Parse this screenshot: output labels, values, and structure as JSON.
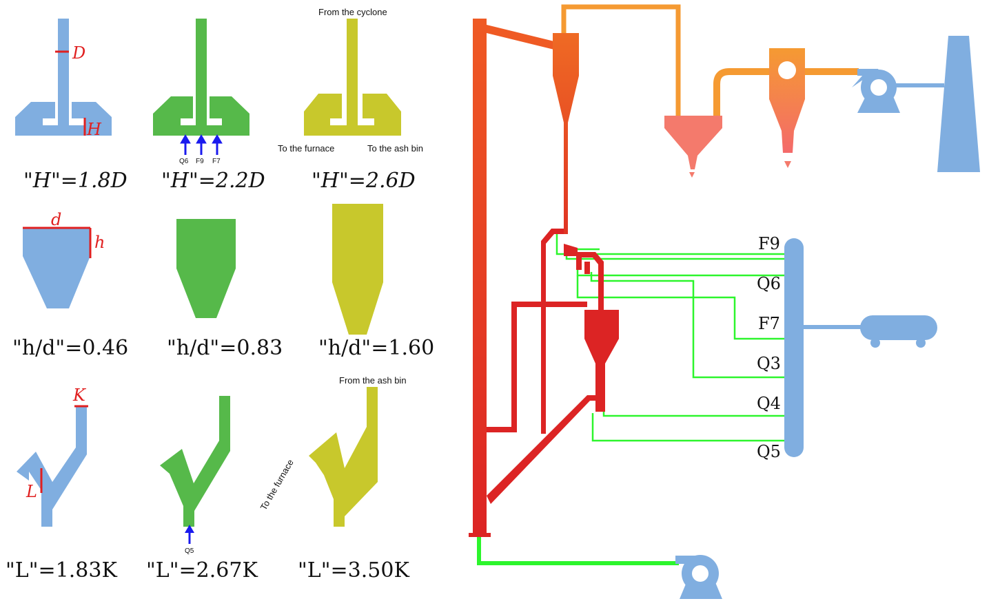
{
  "colors": {
    "blue": "#80aee0",
    "green": "#56b94a",
    "olive": "#c8c82c",
    "red": "#e02020",
    "arrow": "#1a1aee",
    "pipe_green": "#2cf52c",
    "riser_top": "#ef5a24",
    "riser_bottom": "#dc2424",
    "orange": "#f59a32",
    "salmon": "#f47a6c"
  },
  "row1": {
    "col1": {
      "caption": "\"H\"=1.8D",
      "label_d": "D",
      "label_h": "H"
    },
    "col2": {
      "caption": "\"H\"=2.2D",
      "arrows": [
        "Q6",
        "F9",
        "F7"
      ]
    },
    "col3": {
      "caption": "\"H\"=2.6D",
      "top": "From the cyclone",
      "left": "To the furnace",
      "right": "To the ash bin"
    }
  },
  "row2": {
    "col1": {
      "caption": "\"h/d\"=0.46",
      "label_d": "d",
      "label_h": "h"
    },
    "col2": {
      "caption": "\"h/d\"=0.83"
    },
    "col3": {
      "caption": "\"h/d\"=1.60"
    }
  },
  "row3": {
    "col1": {
      "caption": "\"L\"=1.83K",
      "label_k": "K",
      "label_l": "L"
    },
    "col2": {
      "caption": "\"L\"=2.67K",
      "arrow": "Q5"
    },
    "col3": {
      "caption": "\"L\"=3.50K",
      "top": "From the ash bin",
      "left": "To the furnace"
    }
  },
  "ports": [
    "F9",
    "Q6",
    "F7",
    "Q3",
    "Q4",
    "Q5"
  ],
  "icons": [
    "fan-icon",
    "fan-icon",
    "compressor-icon",
    "chimney-icon"
  ]
}
